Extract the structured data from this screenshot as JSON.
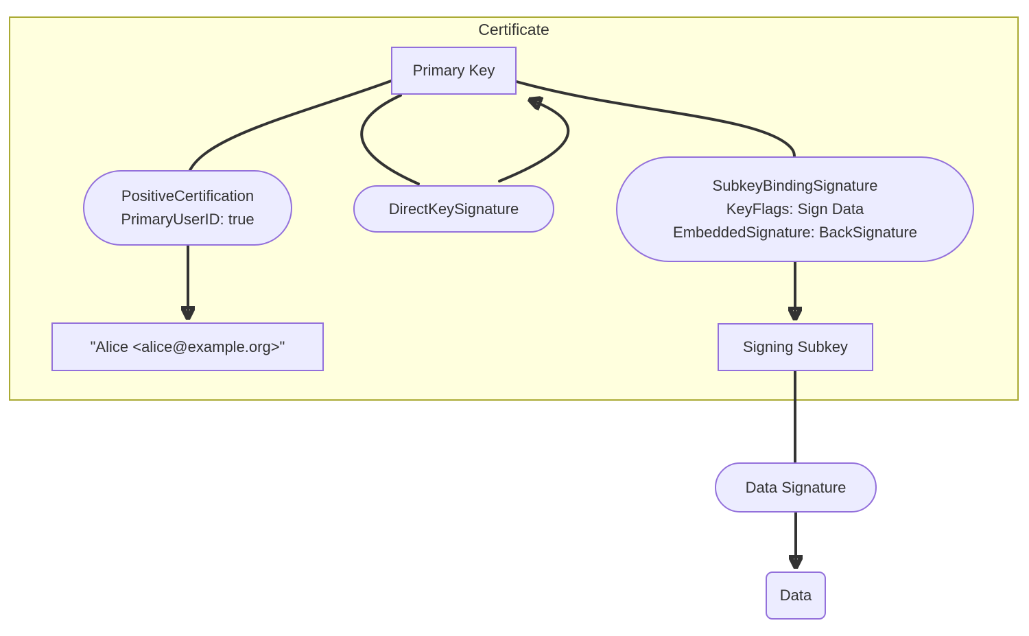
{
  "diagram": {
    "type": "flowchart",
    "cluster": {
      "title": "Certificate"
    },
    "nodes": {
      "primary_key": {
        "label": "Primary Key",
        "shape": "rect"
      },
      "positive_certification": {
        "label": "PositiveCertification\nPrimaryUserID: true",
        "shape": "stadium"
      },
      "direct_key_signature": {
        "label": "DirectKeySignature",
        "shape": "stadium"
      },
      "subkey_binding_signature": {
        "label": "SubkeyBindingSignature\nKeyFlags: Sign Data\nEmbeddedSignature: BackSignature",
        "shape": "stadium"
      },
      "user_id": {
        "label": "\"Alice <alice@example.org>\"",
        "shape": "rect"
      },
      "signing_subkey": {
        "label": "Signing Subkey",
        "shape": "rect"
      },
      "data_signature": {
        "label": "Data Signature",
        "shape": "stadium"
      },
      "data": {
        "label": "Data",
        "shape": "rounded-rect"
      }
    },
    "edges": [
      {
        "from": "primary_key",
        "to": "positive_certification",
        "arrow": false
      },
      {
        "from": "positive_certification",
        "to": "user_id",
        "arrow": true
      },
      {
        "from": "primary_key",
        "to": "direct_key_signature",
        "arrow": false
      },
      {
        "from": "direct_key_signature",
        "to": "primary_key",
        "arrow": true
      },
      {
        "from": "primary_key",
        "to": "subkey_binding_signature",
        "arrow": false
      },
      {
        "from": "subkey_binding_signature",
        "to": "signing_subkey",
        "arrow": true
      },
      {
        "from": "signing_subkey",
        "to": "data_signature",
        "arrow": false
      },
      {
        "from": "data_signature",
        "to": "data",
        "arrow": true
      }
    ],
    "colors": {
      "node_fill": "#ECECFF",
      "node_border": "#9370DB",
      "cluster_fill": "#FFFFDE",
      "cluster_border": "#AAAA33",
      "edge": "#333333",
      "text": "#333333",
      "background": "#FFFFFF"
    }
  }
}
